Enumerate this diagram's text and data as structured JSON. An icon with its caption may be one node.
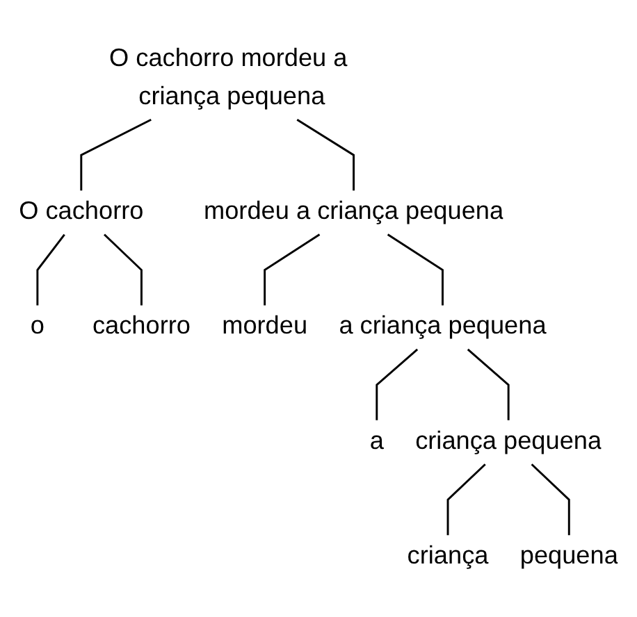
{
  "diagram": {
    "nodes": [
      {
        "text": [
          "O cachorro mordeu a criança pequena"
        ]
      },
      {
        "text": [
          "O cachorro"
        ]
      },
      {
        "text": [
          "mordeu a criança pequena"
        ]
      },
      {
        "text": [
          "o"
        ]
      },
      {
        "text": [
          "cachorro"
        ]
      },
      {
        "text": [
          "mordeu"
        ]
      },
      {
        "text": [
          "a criança pequena"
        ]
      },
      {
        "text": [
          "a"
        ]
      },
      {
        "text": [
          "criança pequena"
        ]
      },
      {
        "text": [
          "criança"
        ]
      },
      {
        "text": [
          "pequena"
        ]
      }
    ],
    "edges": [
      {
        "from": 0,
        "to": 1,
        "arrow": "none"
      },
      {
        "from": 0,
        "to": 2,
        "arrow": "none"
      },
      {
        "from": 1,
        "to": 3,
        "arrow": "none"
      },
      {
        "from": 1,
        "to": 4,
        "arrow": "none"
      },
      {
        "from": 2,
        "to": 5,
        "arrow": "none"
      },
      {
        "from": 2,
        "to": 6,
        "arrow": "none"
      },
      {
        "from": 6,
        "to": 7,
        "arrow": "none"
      },
      {
        "from": 6,
        "to": 8,
        "arrow": "none"
      },
      {
        "from": 8,
        "to": 9,
        "arrow": "none"
      },
      {
        "from": 8,
        "to": 10,
        "arrow": "none"
      }
    ]
  }
}
